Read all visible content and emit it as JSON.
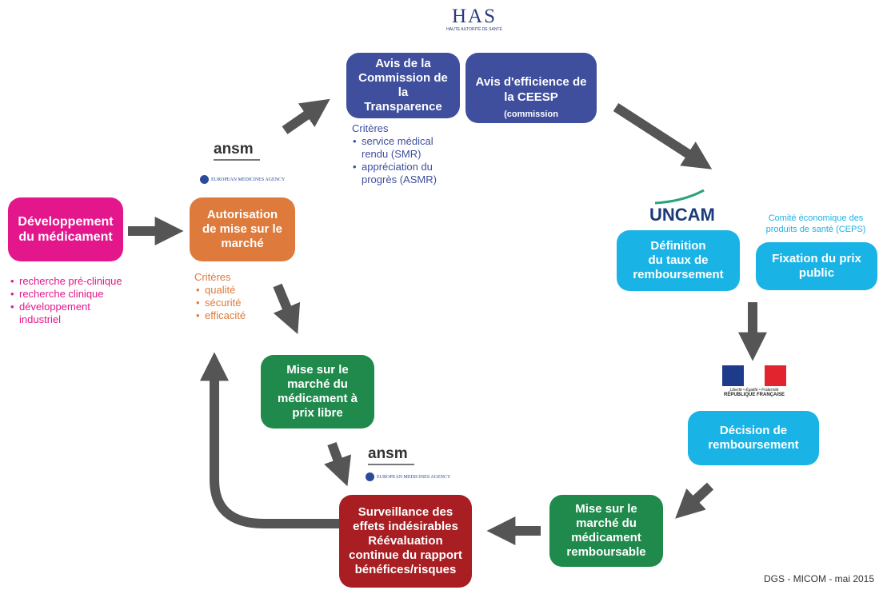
{
  "colors": {
    "pink": "#e3178b",
    "orange": "#dd7a3c",
    "purple": "#3f4f9d",
    "cyan": "#1ab3e6",
    "green": "#1f8a4c",
    "red": "#a81e22",
    "arrow": "#555555"
  },
  "logos": {
    "has": "HAS",
    "has_sub": "HAUTE AUTORITÉ DE SANTÉ",
    "ansm": "ansm",
    "ema": "EUROPEAN MEDICINES AGENCY",
    "uncam": "UNCAM",
    "rf_motto": "Liberté • Égalité • Fraternité",
    "rf_name": "RÉPUBLIQUE FRANÇAISE"
  },
  "boxes": {
    "dev": "Développement\ndu médicament",
    "amm": "Autorisation\nde mise sur le\nmarché",
    "ct": "Avis de la\nCommission de la\nTransparence",
    "ceesp_main": "Avis d'efficience de\nla CEESP",
    "ceesp_detail": "(commission\névaluation économique\net de santé publique)",
    "def_taux": "Définition\ndu taux de\nremboursement",
    "fix_prix": "Fixation du prix\npublic",
    "decision": "Décision de\nremboursement",
    "mise_remb": "Mise sur le\nmarché du\nmédicament\nremboursable",
    "surv": "Surveillance des\neffets indésirables\nRéévaluation\ncontinue du rapport\nbénéfices/risques",
    "mise_libre": "Mise sur le\nmarché du\nmédicament à\nprix libre"
  },
  "dev_items": [
    "recherche pré-clinique",
    "recherche clinique",
    "développement\nindustriel"
  ],
  "amm_criteria_title": "Critères",
  "amm_criteria": [
    "qualité",
    "sécurité",
    "efficacité"
  ],
  "ct_criteria_title": "Critères",
  "ct_criteria": [
    "service médical\nrendu (SMR)",
    "appréciation du\nprogrès (ASMR)"
  ],
  "ceps_label": "Comité économique des\nproduits de santé (CEPS)",
  "footer": "DGS - MICOM - mai 2015"
}
